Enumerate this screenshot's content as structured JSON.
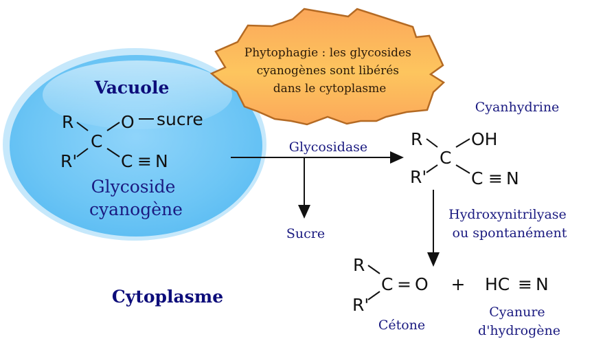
{
  "title": "Libération du cyanure d'hydrogène à partir des glycosides cyanogènes",
  "compartments": {
    "vacuole": "Vacuole",
    "cytoplasm": "Cytoplasme"
  },
  "callout": {
    "lines": [
      "Phytophagie : les glycosides",
      "cyanogènes sont libérés",
      "dans le cytoplasme"
    ]
  },
  "glycoside": {
    "substituents": {
      "r": "R",
      "r_prime": "R'",
      "carbon": "C",
      "oxygen": "O",
      "sugar": "sucre",
      "nitrile_c": "C",
      "triple_bond": "≡",
      "nitrile_n": "N"
    },
    "name_lines": [
      "Glycoside",
      "cyanogène"
    ]
  },
  "step1": {
    "enzyme": "Glycosidase",
    "byproduct": "Sucre"
  },
  "cyanohydrin": {
    "name": "Cyanhydrine",
    "substituents": {
      "r": "R",
      "r_prime": "R'",
      "carbon": "C",
      "hydroxyl": "OH",
      "nitrile_c": "C",
      "triple_bond": "≡",
      "nitrile_n": "N"
    }
  },
  "step2": {
    "enzyme_lines": [
      "Hydroxynitrilyase",
      "ou spontanément"
    ]
  },
  "ketone": {
    "substituents": {
      "r": "R",
      "r_prime": "R'",
      "carbon": "C",
      "double_bond": "=",
      "oxygen": "O"
    },
    "name": "Cétone"
  },
  "plus_sign": "+",
  "hcn": {
    "formula_h": "HC",
    "triple_bond": "≡",
    "formula_n": "N",
    "name_lines": [
      "Cyanure",
      "d'hydrogène"
    ]
  },
  "colors": {
    "vacuole_fill": "#6cc5f5",
    "vacuole_rim": "#b8e2fa",
    "callout_fill": "#fbb25a",
    "callout_stroke": "#b46a23",
    "label_blue": "#1a1a80"
  }
}
